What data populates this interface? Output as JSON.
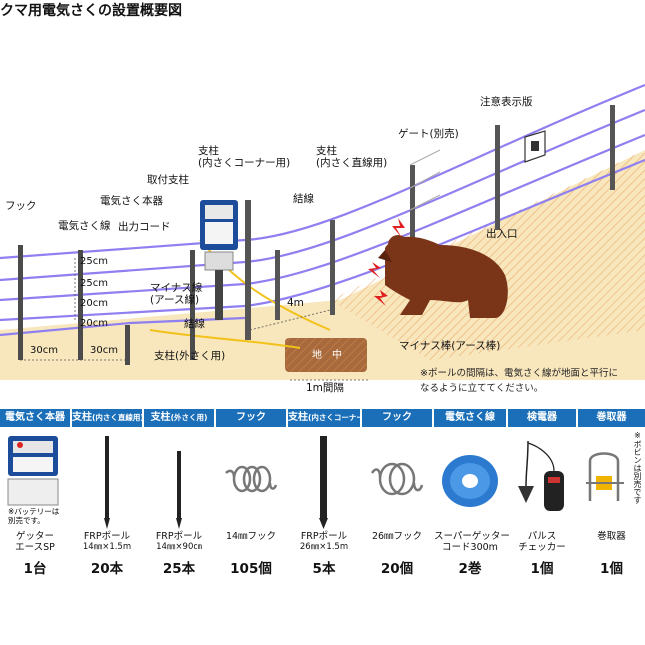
{
  "title": "クマ用電気さくの設置概要図",
  "labels": {
    "notice_sign": "注意表示版",
    "gate": "ゲート(別売)",
    "post_inner_corner": "支柱\n(内さくコーナー用)",
    "post_inner_straight": "支柱\n(内さく直線用)",
    "mount_post": "取付支柱",
    "energizer": "電気さく本器",
    "hook": "フック",
    "fence_wire": "電気さく線",
    "output_cord": "出力コード",
    "tie_wire_top": "結線",
    "entrance": "出入口",
    "h1": "25cm",
    "h2": "25cm",
    "h3": "20cm",
    "h4": "20cm",
    "minus_wire": "マイナス線\n(アース線)",
    "tie_wire_bottom": "結線",
    "dist_4m": "4m",
    "gap_30a": "30cm",
    "gap_30b": "30cm",
    "post_outer": "支柱(外さく用)",
    "ground": "地　中",
    "ground_rod": "マイナス棒(アース棒)",
    "pitch_1m": "1m間隔",
    "note": "※ポールの間隔は、電気さく線が地面と平行に\nなるように立ててください。"
  },
  "products": [
    {
      "category": "電気さく本器",
      "category_sub": "",
      "name": "ゲッター\nエースSP",
      "qty": "1台",
      "note": "※バッテリーは\n別売です。"
    },
    {
      "category": "支柱",
      "category_sub": "(内さく直線用)",
      "name": "FRPポール",
      "spec": "14㎜×1.5m",
      "qty": "20本"
    },
    {
      "category": "支柱",
      "category_sub": "(外さく用)",
      "name": "FRPポール",
      "spec": "14㎜×90㎝",
      "qty": "25本"
    },
    {
      "category": "フック",
      "category_sub": "",
      "name": "14㎜フック",
      "spec": "",
      "qty": "105個"
    },
    {
      "category": "支柱",
      "category_sub": "(内さくコーナー用)",
      "name": "FRPポール",
      "spec": "26㎜×1.5m",
      "qty": "5本"
    },
    {
      "category": "フック",
      "category_sub": "",
      "name": "26㎜フック",
      "spec": "",
      "qty": "20個"
    },
    {
      "category": "電気さく線",
      "category_sub": "",
      "name": "スーパーゲッター\nコード300m",
      "spec": "",
      "qty": "2巻"
    },
    {
      "category": "検電器",
      "category_sub": "",
      "name": "パルス\nチェッカー",
      "spec": "",
      "qty": "1個"
    },
    {
      "category": "巻取器",
      "category_sub": "",
      "name": "巻取器",
      "spec": "",
      "qty": "1個",
      "note": "※ボビンは別売です"
    }
  ],
  "colors": {
    "header": "#1a6fb8",
    "ground": "#f6e3b4",
    "wire": "#8f7ff0",
    "bear": "#7a3418",
    "hatch": "#e8a45c"
  }
}
